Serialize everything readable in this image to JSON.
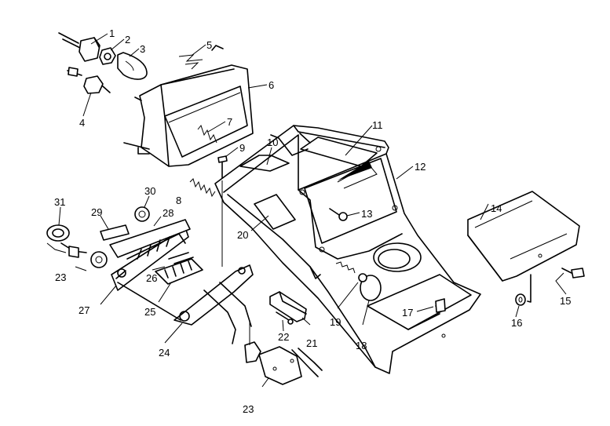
{
  "callouts": [
    {
      "n": "1"
    },
    {
      "n": "2"
    },
    {
      "n": "3"
    },
    {
      "n": "4"
    },
    {
      "n": "5"
    },
    {
      "n": "6"
    },
    {
      "n": "7"
    },
    {
      "n": "8"
    },
    {
      "n": "9"
    },
    {
      "n": "10"
    },
    {
      "n": "11"
    },
    {
      "n": "12"
    },
    {
      "n": "13"
    },
    {
      "n": "14"
    },
    {
      "n": "15"
    },
    {
      "n": "16"
    },
    {
      "n": "17"
    },
    {
      "n": "18"
    },
    {
      "n": "19"
    },
    {
      "n": "20"
    },
    {
      "n": "21"
    },
    {
      "n": "22"
    },
    {
      "n": "23"
    },
    {
      "n": "23"
    },
    {
      "n": "24"
    },
    {
      "n": "25"
    },
    {
      "n": "26"
    },
    {
      "n": "27"
    },
    {
      "n": "28"
    },
    {
      "n": "29"
    },
    {
      "n": "30"
    },
    {
      "n": "31"
    }
  ]
}
